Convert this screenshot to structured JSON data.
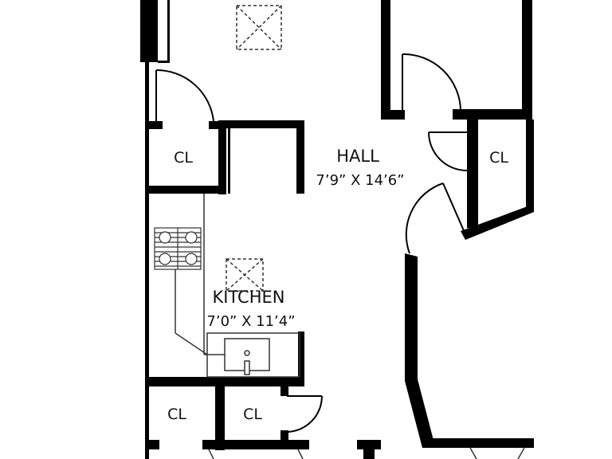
{
  "colors": {
    "wall": "#000000",
    "fixture": "#333333",
    "background": "#ffffff"
  },
  "rooms": {
    "hall": {
      "name": "HALL",
      "dimensions": "7’9” X 14’6”"
    },
    "kitchen": {
      "name": "KITCHEN",
      "dimensions": "7’0” X 11’4”"
    }
  },
  "closets": {
    "upper_left": "CL",
    "right": "CL",
    "bottom_left": "CL",
    "bottom_middle": "CL"
  },
  "fixtures": [
    "stove",
    "sink",
    "skylight",
    "skylight"
  ]
}
